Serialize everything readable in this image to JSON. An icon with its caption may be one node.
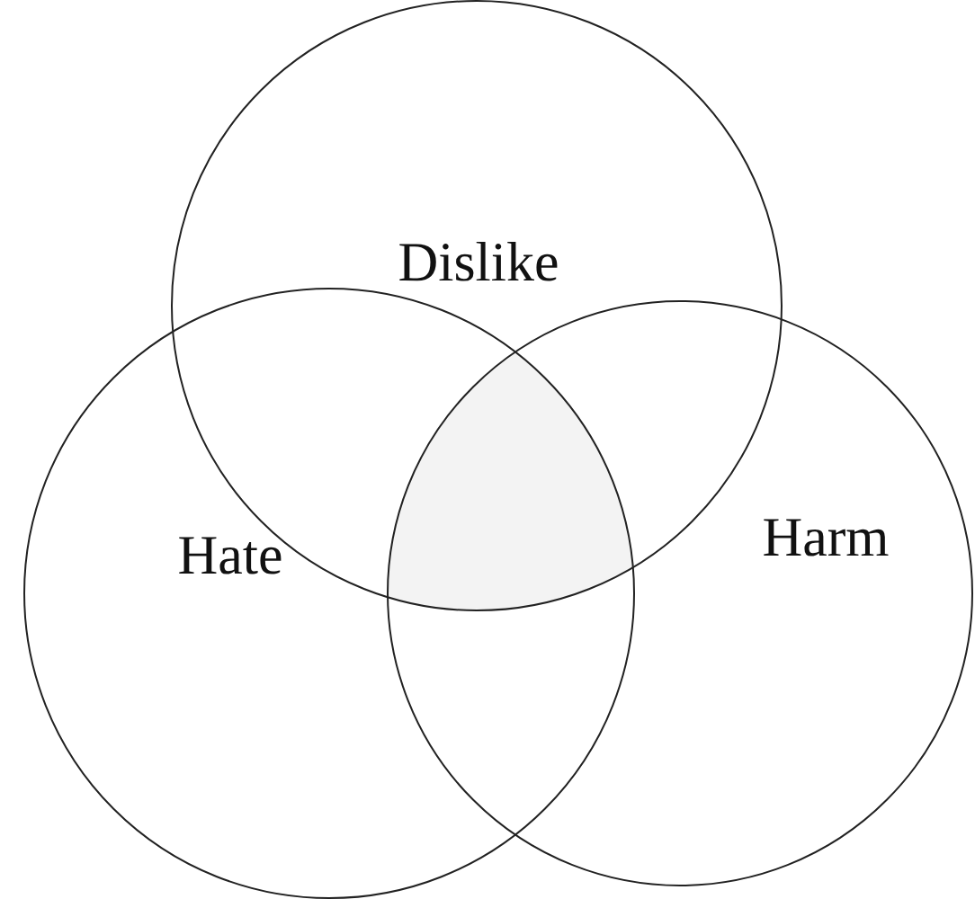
{
  "diagram": {
    "nodes": [
      {
        "text": [
          "Dislike"
        ]
      },
      {
        "text": [
          "Hate"
        ]
      },
      {
        "text": [
          "Harm"
        ]
      }
    ]
  }
}
